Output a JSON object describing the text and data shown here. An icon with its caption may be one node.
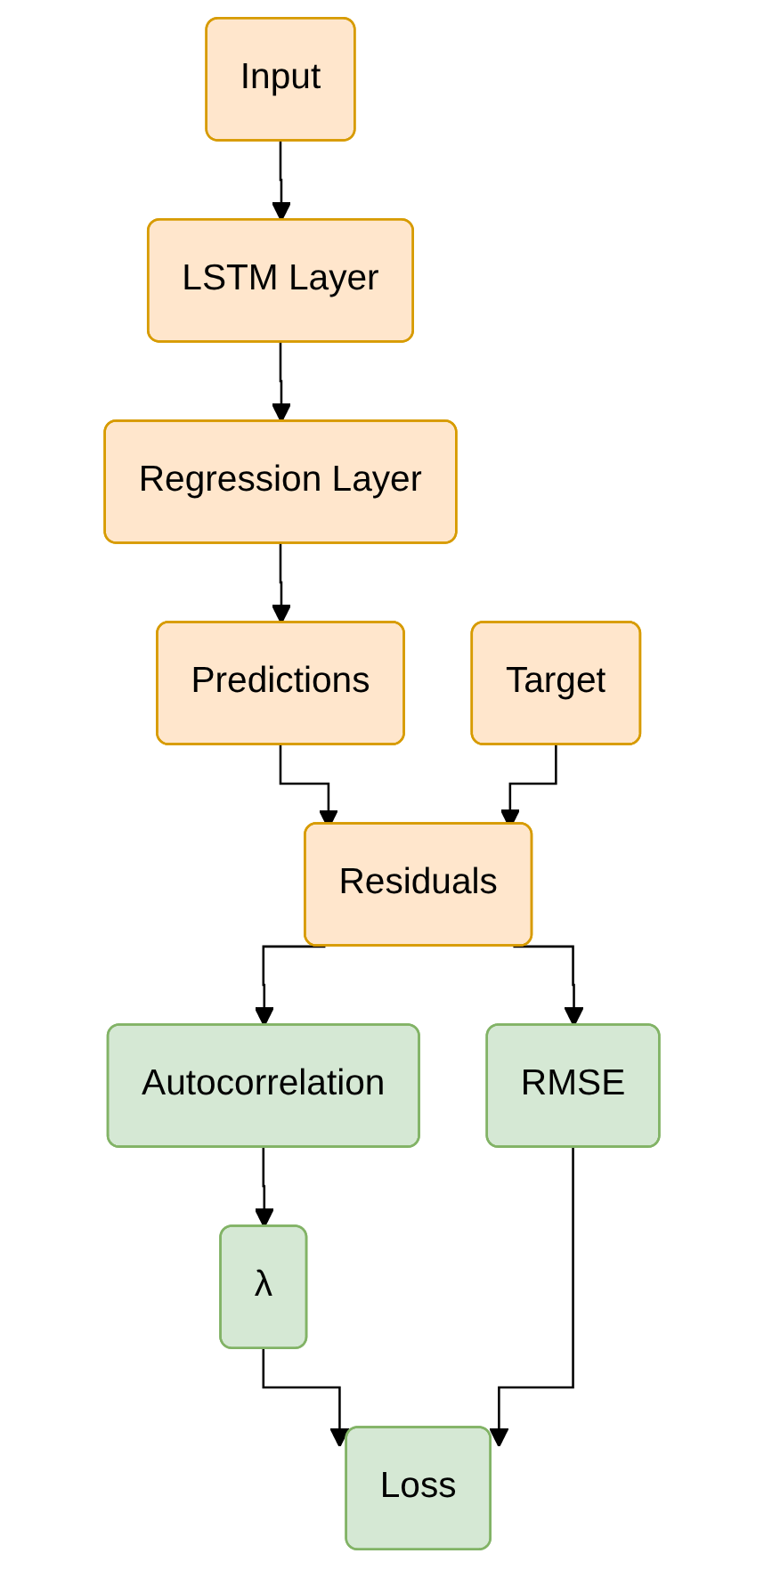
{
  "diagram": {
    "nodes": [
      {
        "text": [
          "Input"
        ]
      },
      {
        "text": [
          "LSTM Layer"
        ]
      },
      {
        "text": [
          "Regression Layer"
        ]
      },
      {
        "text": [
          "Predictions"
        ]
      },
      {
        "text": [
          "Target"
        ]
      },
      {
        "text": [
          "Residuals"
        ]
      },
      {
        "text": [
          "Autocorrelation"
        ]
      },
      {
        "text": [
          "RMSE"
        ]
      },
      {
        "text": [
          "λ"
        ]
      },
      {
        "text": [
          "Loss"
        ]
      }
    ],
    "edges": [
      {
        "from": 0,
        "to": 1,
        "arrow": "to"
      },
      {
        "from": 1,
        "to": 2,
        "arrow": "to"
      },
      {
        "from": 2,
        "to": 3,
        "arrow": "to"
      },
      {
        "from": 3,
        "to": 5,
        "arrow": "to"
      },
      {
        "from": 4,
        "to": 5,
        "arrow": "to"
      },
      {
        "from": 5,
        "to": 6,
        "arrow": "to"
      },
      {
        "from": 5,
        "to": 7,
        "arrow": "to"
      },
      {
        "from": 6,
        "to": 8,
        "arrow": "to"
      },
      {
        "from": 8,
        "to": 9,
        "arrow": "to"
      },
      {
        "from": 7,
        "to": 9,
        "arrow": "to"
      }
    ]
  }
}
